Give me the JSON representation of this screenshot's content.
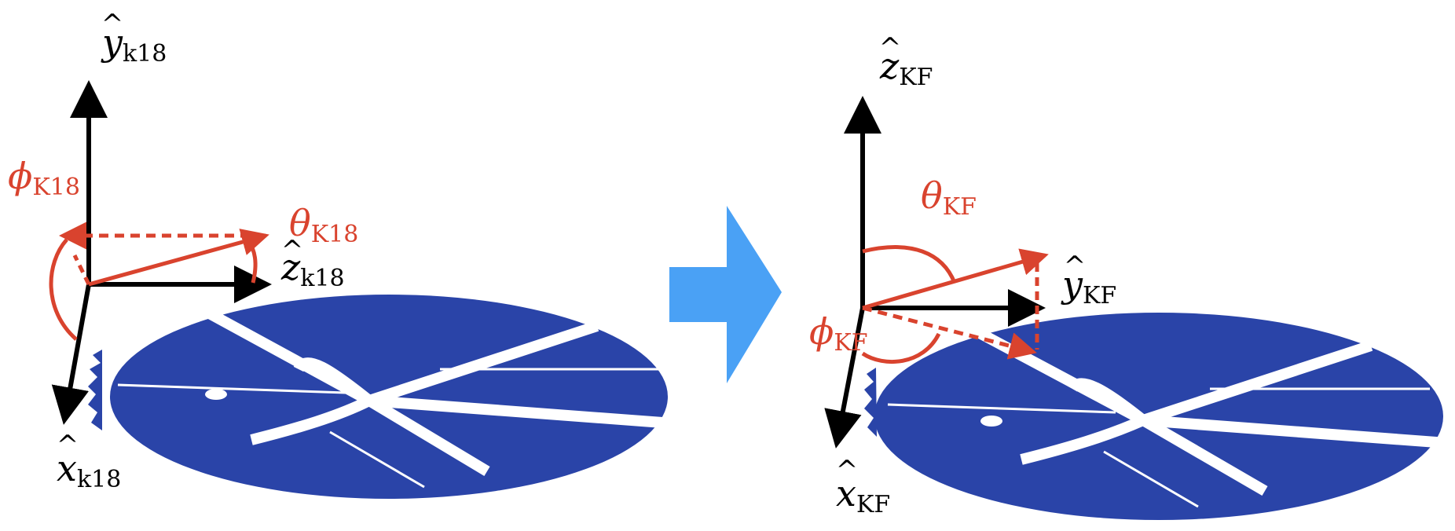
{
  "colors": {
    "axis": "#000000",
    "angle": "#d9432e",
    "detector": "#2a44a8",
    "transition_arrow": "#4aa1f5"
  },
  "left_panel": {
    "axis_y": {
      "symbol": "y",
      "sub": "k18"
    },
    "axis_z": {
      "symbol": "z",
      "sub": "k18"
    },
    "axis_x": {
      "symbol": "x",
      "sub": "k18"
    },
    "phi": {
      "symbol": "ϕ",
      "sub": "K18"
    },
    "theta": {
      "symbol": "θ",
      "sub": "K18"
    }
  },
  "right_panel": {
    "axis_z": {
      "symbol": "z",
      "sub": "KF"
    },
    "axis_y": {
      "symbol": "y",
      "sub": "KF"
    },
    "axis_x": {
      "symbol": "x",
      "sub": "KF"
    },
    "phi": {
      "symbol": "ϕ",
      "sub": "KF"
    },
    "theta": {
      "symbol": "θ",
      "sub": "KF"
    }
  }
}
